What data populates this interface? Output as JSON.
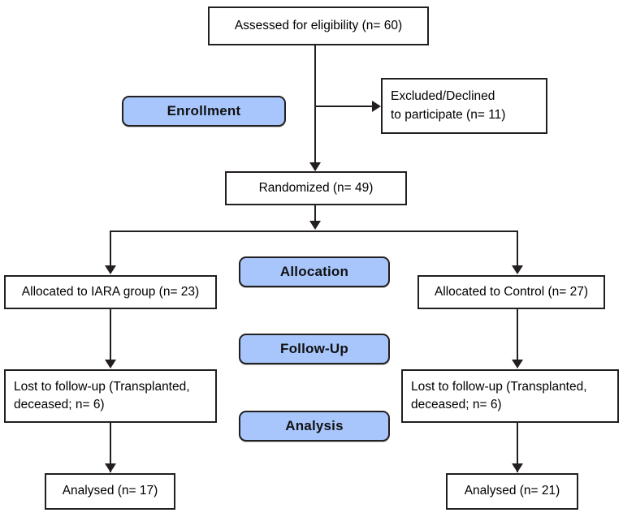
{
  "diagram": {
    "type": "consort-flow-diagram",
    "colors": {
      "stage_fill": "#a8c6fc",
      "border": "#231f20",
      "box_fill": "#ffffff",
      "text": "#000000"
    },
    "nodes": {
      "assessed": "Assessed for eligibility (n= 60)",
      "excluded": "Excluded/Declined\nto participate (n= 11)",
      "randomized": "Randomized (n= 49)",
      "allocated_iara": "Allocated to IARA group (n= 23)",
      "allocated_control": "Allocated to Control (n= 27)",
      "lost_iara": "Lost to follow-up (Transplanted,\ndeceased; n= 6)",
      "lost_control": "Lost to follow-up (Transplanted,\ndeceased; n= 6)",
      "analysed_iara": "Analysed (n= 17)",
      "analysed_control": "Analysed (n= 21)"
    },
    "stages": {
      "enrollment": "Enrollment",
      "allocation": "Allocation",
      "followup": "Follow-Up",
      "analysis": "Analysis"
    }
  }
}
